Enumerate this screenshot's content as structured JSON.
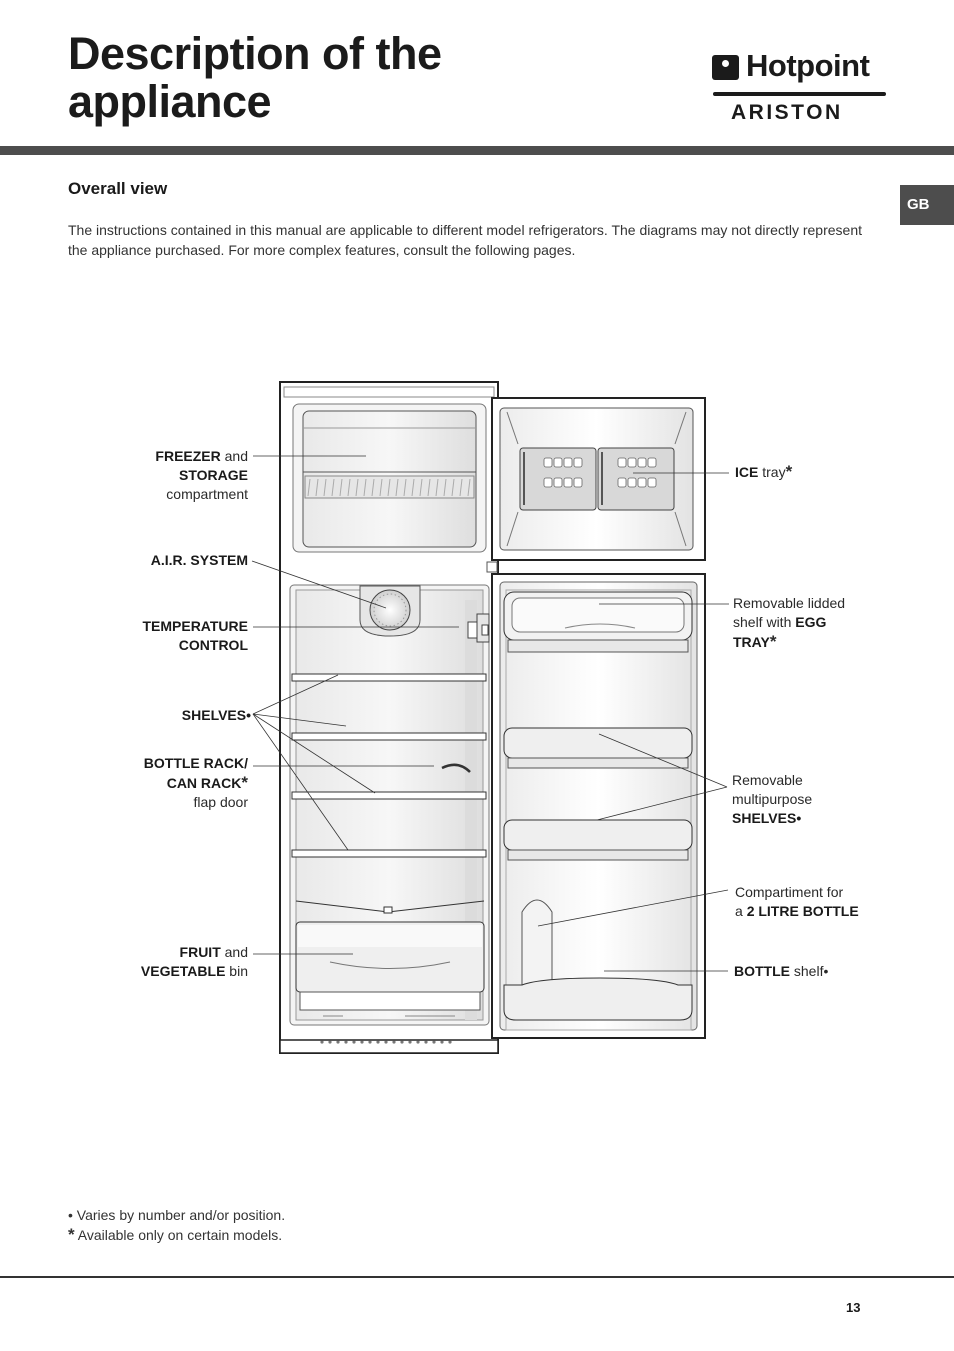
{
  "header": {
    "title_line1": "Description of the",
    "title_line2": "appliance",
    "logo_brand": "Hotpoint",
    "logo_sub": "ARISTON",
    "language_tab": "GB"
  },
  "section": {
    "heading": "Overall view",
    "intro": "The instructions contained in this manual are applicable to different model refrigerators. The diagrams may not directly represent the appliance purchased. For more complex features, consult the following pages."
  },
  "labels": {
    "freezer_b1": "FREEZER",
    "freezer_t1": " and",
    "freezer_b2": "STORAGE",
    "freezer_t3": "compartment",
    "air_system": "A.I.R. SYSTEM",
    "temp_1": "TEMPERATURE",
    "temp_2": "CONTROL",
    "shelves": "SHELVES•",
    "bottle_rack_1": "BOTTLE RACK/",
    "bottle_rack_2": "CAN RACK",
    "bottle_rack_star": "*",
    "bottle_rack_3": "flap door",
    "fruit_b1": "FRUIT",
    "fruit_t1": " and",
    "fruit_b2": "VEGETABLE",
    "fruit_t2": " bin",
    "ice_b": "ICE",
    "ice_t": " tray",
    "ice_star": "*",
    "egg_1": "Removable lidded",
    "egg_2": "shelf with ",
    "egg_2b": "EGG",
    "egg_3": "TRAY",
    "egg_star": "*",
    "multi_1": "Removable",
    "multi_2": "multipurpose",
    "multi_3": "SHELVES•",
    "litre_1": "Compartiment for",
    "litre_2": "a ",
    "litre_2b": "2 LITRE BOTTLE",
    "bottle_shelf_b": "BOTTLE",
    "bottle_shelf_t": " shelf•"
  },
  "footnotes": {
    "bullet": "• Varies by number and/or position.",
    "star_mark": "*",
    "star": " Available only on certain models."
  },
  "footer": {
    "page_number": "13"
  },
  "colors": {
    "rule": "#4d4d4d",
    "tab": "#4d4d4d",
    "text": "#1a1a1a"
  }
}
